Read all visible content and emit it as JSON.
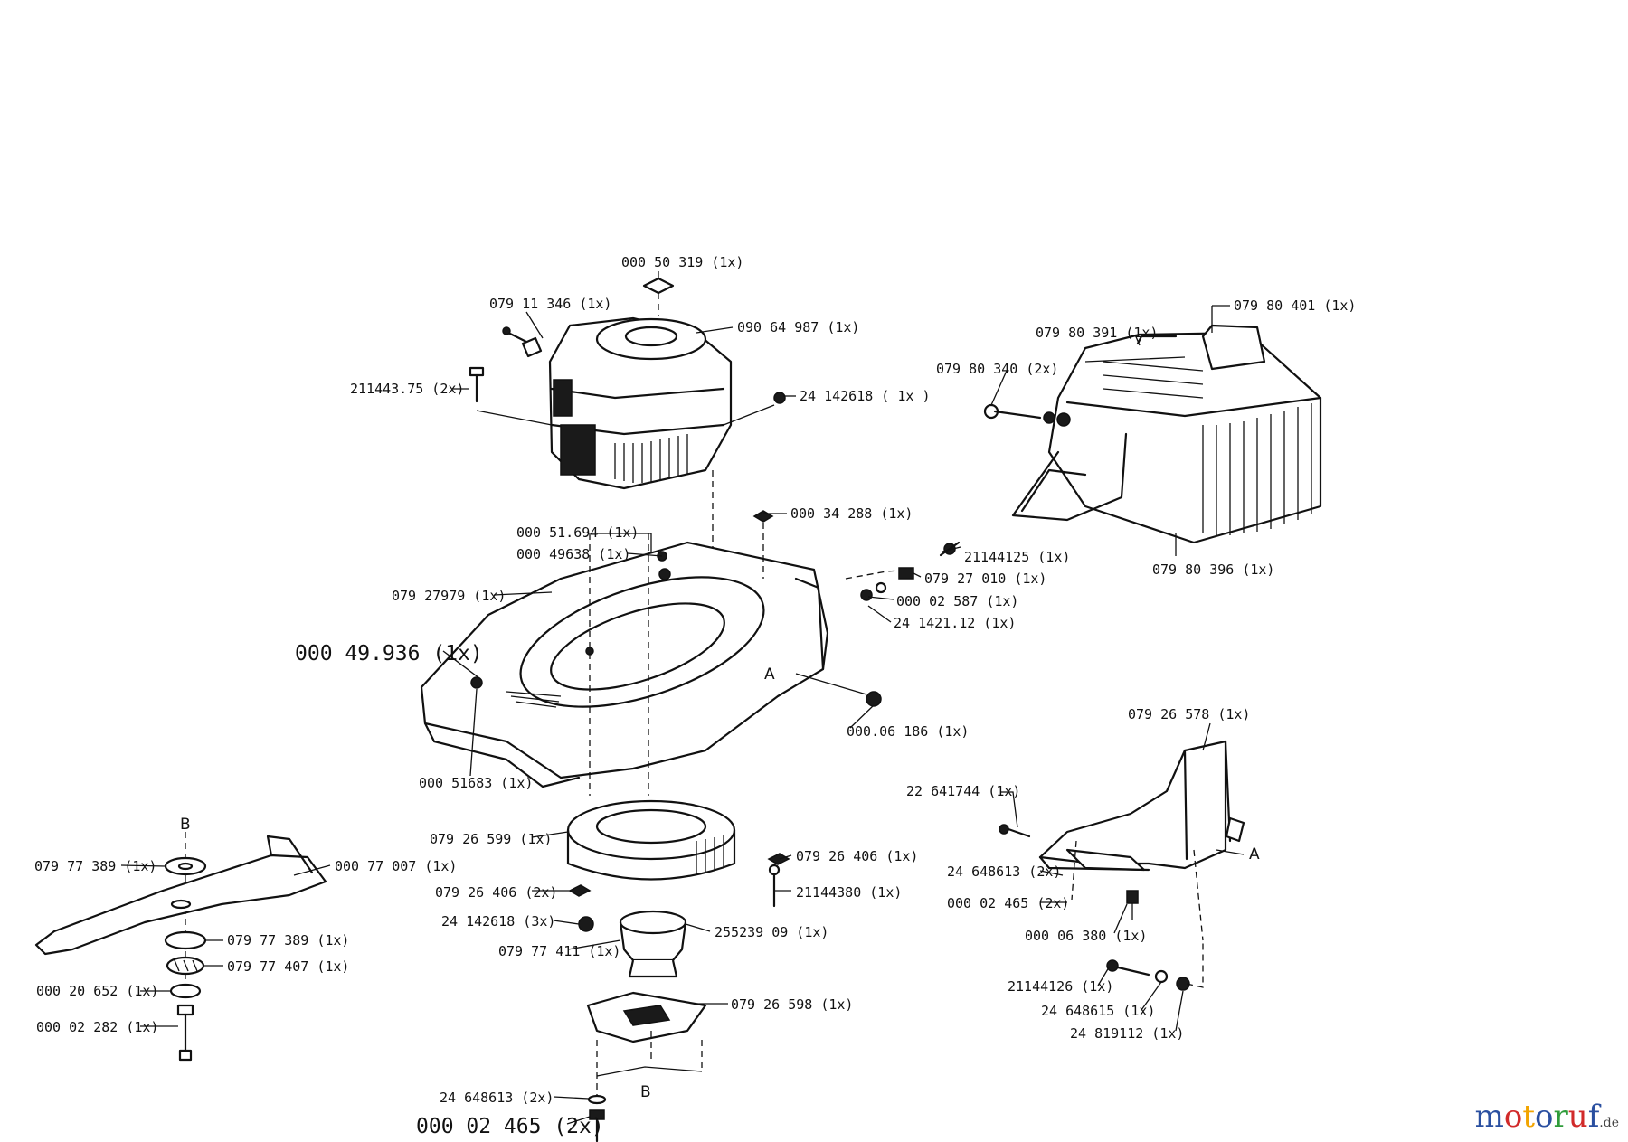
{
  "labels": {
    "top_cap": "000 50 319  (1x)",
    "engine_screw_1x": "079 11 346  (1x)",
    "engine": "090 64 987  (1x)",
    "engine_bolt": "211443.75 (2x)",
    "engine_nut": "24 142618 ( 1x )",
    "bag_handle": "079 80 401  (1x)",
    "bag_top": "079 80 391  (1x)",
    "bag_pin": "079 80 340  (2x)",
    "bag_frame": "079 80 396  (1x)",
    "cap_34": "000 34 288  (1x)",
    "washer_694": "000 51.694  (1x)",
    "washer_638": "000 49638  (1x)",
    "deck": "079 27979  (1x)",
    "deck_main": "000 49.936 (1x)",
    "bolt_125": "21144125  (1x)",
    "hinge_010": "079 27 010  (1x)",
    "washer_587": "000 02 587  (1x)",
    "nut_2112": "24 1421.12  (1x)",
    "cap_186": "000.06 186  (1x)",
    "plug_683": "000 51683  (1x)",
    "flap": "079 26 578  (1x)",
    "flap_screw": "22 641744  (1x)",
    "flap_washer": "24 648613  (2x)",
    "flap_nut": "000 02 465 (2x)",
    "flap_cap": "000 06 380  (1x)",
    "flap_bolt": "21144126 (1x)",
    "flap_washer2": "24 648615  (1x)",
    "flap_nut2": "24 819112  (1x)",
    "fan_housing": "079 26 599  (1x)",
    "clip_406_1x": "079 26 406  (1x)",
    "clip_406_2x": "079 26 406  (2x)",
    "bolt_380": "21144380  (1x)",
    "nut_2618": "24 142618  (3x)",
    "pulley": "255239 09  (1x)",
    "hub": "079 77 411  (1x)",
    "blade_holder": "079 26 598  (1x)",
    "blade_washer_top": "079 77 389  (1x)",
    "blade": "000 77 007  (1x)",
    "blade_washer_mid": "079 77 389  (1x)",
    "blade_spacer": "079 77 407  (1x)",
    "blade_nut": "000 20 652  (1x)",
    "blade_bolt": "000 02 282  (1x)",
    "bottom_washer": "24 648613  (2x)",
    "bottom_nut": "000 02 465 (2x)"
  },
  "letters": {
    "a_deck": "A",
    "a_flap": "A",
    "b_blade": "B",
    "b_bottom": "B"
  },
  "watermark": {
    "word": "motoruf",
    "tld": ".de",
    "colors": [
      "#2a4fa0",
      "#d12a2a",
      "#f2a400",
      "#2a4fa0",
      "#2f9c3a",
      "#d12a2a",
      "#2a4fa0"
    ]
  }
}
